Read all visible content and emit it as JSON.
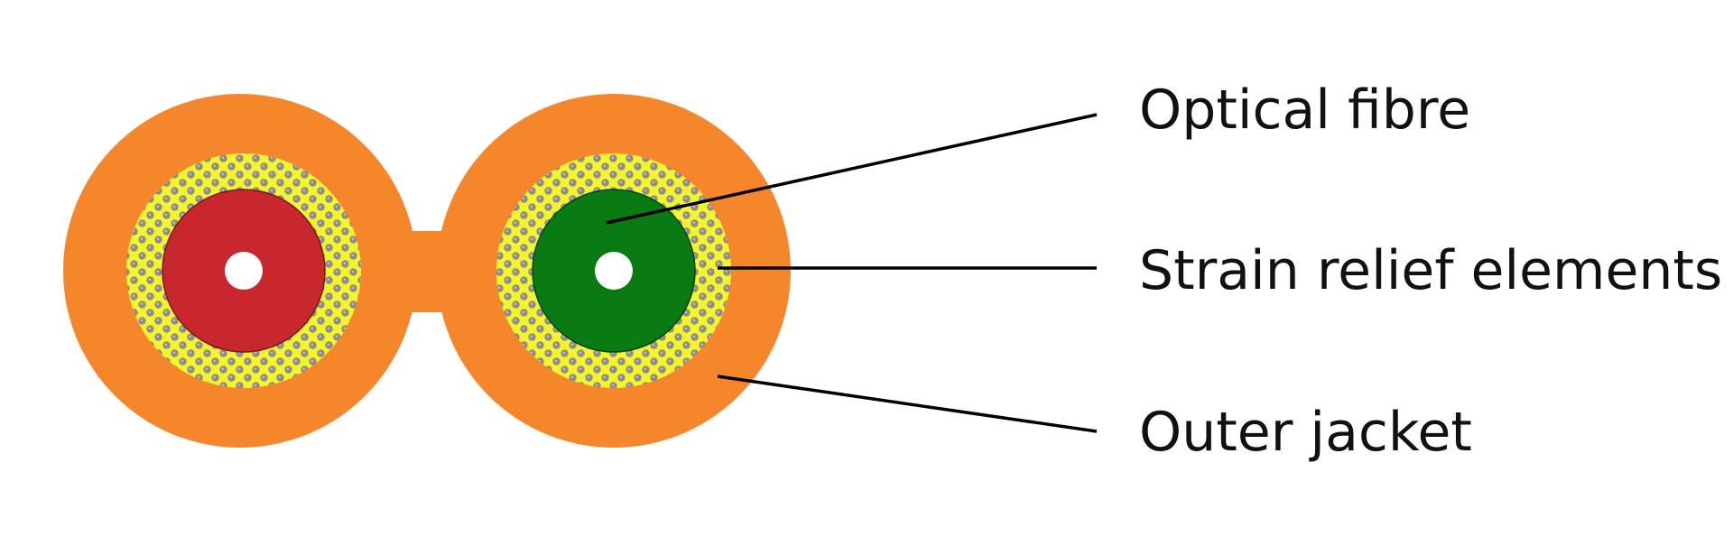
{
  "labels": {
    "optical_fibre": "Optical fibre",
    "strain_relief": "Strain relief elements",
    "outer_jacket": "Outer jacket"
  },
  "colors": {
    "jacket": "#F5862C",
    "strain_base": "#F4F42E",
    "strain_dots": "#8C8C8C",
    "left_fibre": "#C8272E",
    "right_fibre": "#0A7A12",
    "fibre_core": "#FFFFFF",
    "leader_line": "#000000"
  }
}
